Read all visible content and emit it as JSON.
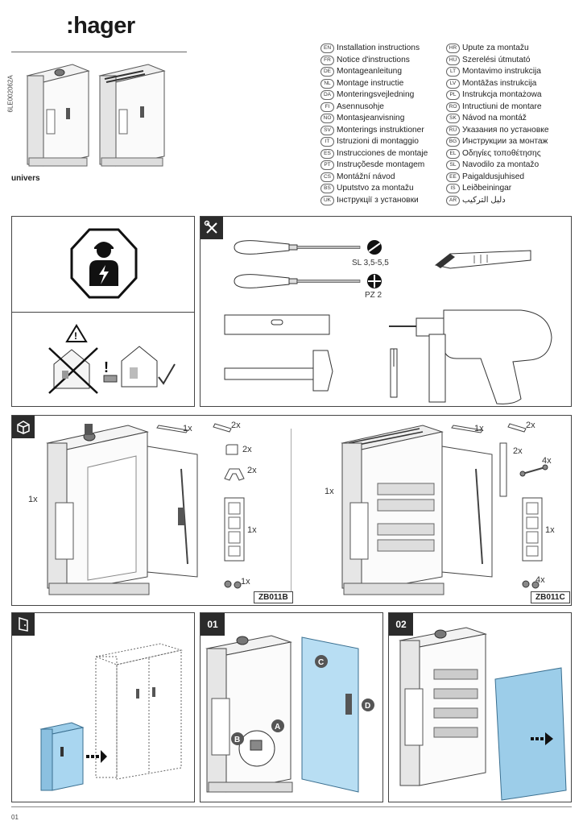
{
  "header": {
    "logo": ":hager",
    "doc_code": "6LE002062A",
    "brand": "univers"
  },
  "languages_left": [
    {
      "code": "EN",
      "text": "Installation instructions"
    },
    {
      "code": "FR",
      "text": "Notice d'instructions"
    },
    {
      "code": "DE",
      "text": "Montageanleitung"
    },
    {
      "code": "NL",
      "text": "Montage instructie"
    },
    {
      "code": "DA",
      "text": "Monteringsvejledning"
    },
    {
      "code": "FI",
      "text": "Asennusohje"
    },
    {
      "code": "NO",
      "text": "Montasjeanvisning"
    },
    {
      "code": "SV",
      "text": "Monterings instruktioner"
    },
    {
      "code": "IT",
      "text": "Istruzioni di montaggio"
    },
    {
      "code": "ES",
      "text": "Instrucciones de montaje"
    },
    {
      "code": "PT",
      "text": "Instruçõesde montagem"
    },
    {
      "code": "CS",
      "text": "Montážní návod"
    },
    {
      "code": "BS",
      "text": "Uputstvo za montažu"
    },
    {
      "code": "UK",
      "text": "Інструкції з установки"
    }
  ],
  "languages_right": [
    {
      "code": "HR",
      "text": "Upute za montažu"
    },
    {
      "code": "HU",
      "text": "Szerelési útmutató"
    },
    {
      "code": "LT",
      "text": "Montavimo instrukcija"
    },
    {
      "code": "LV",
      "text": "Montāžas instrukcija"
    },
    {
      "code": "PL",
      "text": "Instrukcja montażowa"
    },
    {
      "code": "RO",
      "text": "Intructiuni de montare"
    },
    {
      "code": "SK",
      "text": "Návod na montáž"
    },
    {
      "code": "RU",
      "text": "Указания по установке"
    },
    {
      "code": "BG",
      "text": "Инструкции за монтаж"
    },
    {
      "code": "EL",
      "text": "Οδηγίες τοποθέτησης"
    },
    {
      "code": "SL",
      "text": "Navodilo za montažo"
    },
    {
      "code": "EE",
      "text": "Paigaldusjuhised"
    },
    {
      "code": "IS",
      "text": "Leiðbeiningar"
    },
    {
      "code": "AR",
      "text": "دليل التركيب"
    }
  ],
  "tools": {
    "slot_size": "SL 3,5-5,5",
    "pozi_size": "PZ 2"
  },
  "contents": {
    "left": {
      "ref": "ZB011B",
      "qty_cabinet": "1x",
      "qty_rail": "1x",
      "qty_strips": "2x",
      "qty_clip": "2x",
      "qty_bracket": "2x",
      "qty_frame": "1x",
      "qty_screws": "1x"
    },
    "right": {
      "ref": "ZB011C",
      "qty_cabinet": "1x",
      "qty_rail": "1x",
      "qty_strips": "2x",
      "qty_bar": "2x",
      "qty_bolts": "4x",
      "qty_frame": "1x",
      "qty_screws": "4x"
    }
  },
  "steps": {
    "step1": "01",
    "step2": "02",
    "callouts": [
      "A",
      "B",
      "C",
      "D"
    ]
  },
  "footer": {
    "page": "01"
  }
}
